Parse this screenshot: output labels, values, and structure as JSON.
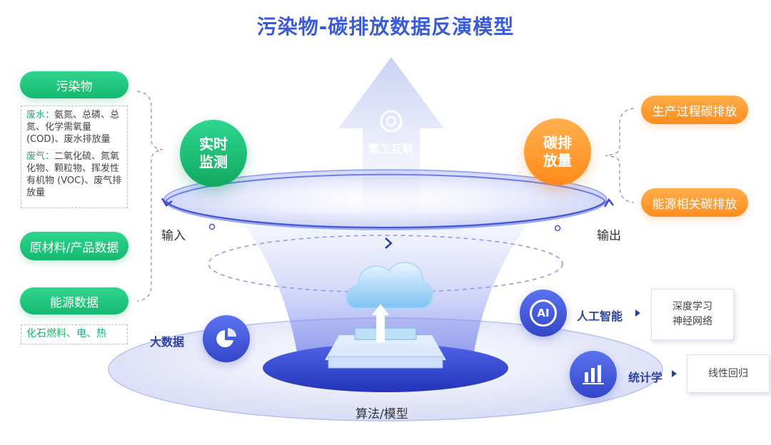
{
  "title": "污染物-碳排放数据反演模型",
  "inputs": {
    "pollutants_label": "污染物",
    "pollutants_box": {
      "water_label": "废水：",
      "water_text": "氨氮、总磷、总氮、化学需氧量(COD)、废水排放量",
      "gas_label": "废气：",
      "gas_text": "二氧化硫、氮氧化物、颗粒物、挥发性有机物 (VOC)、废气排放量"
    },
    "materials_label": "原材料/产品数据",
    "energy_label": "能源数据",
    "energy_box": "化石燃料、电、热"
  },
  "center": {
    "monitor_line1": "实时",
    "monitor_line2": "监测",
    "emission_line1": "碳排",
    "emission_line2": "放量",
    "input_label": "输入",
    "output_label": "输出",
    "logo_text": "擎工互联",
    "algorithm_label": "算法/模型"
  },
  "outputs": {
    "process_label": "生产过程碳排放",
    "energy_label": "能源相关碳排放"
  },
  "methods": {
    "bigdata_label": "大数据",
    "ai_label": "人工智能",
    "ai_icon_text": "AI",
    "ai_details": [
      "深度学习",
      "神经网络"
    ],
    "stats_label": "统计学",
    "stats_details": [
      "线性回归"
    ]
  },
  "colors": {
    "title": "#3a5bd9",
    "green": "#19b26e",
    "orange": "#ff9a2e",
    "blue": "#3346c9"
  }
}
